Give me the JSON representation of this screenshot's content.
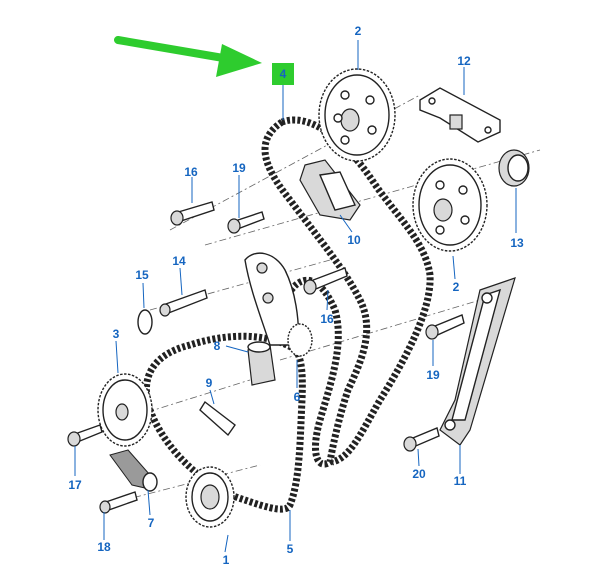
{
  "callouts": [
    {
      "id": "1",
      "label": "1"
    },
    {
      "id": "2a",
      "label": "2"
    },
    {
      "id": "2b",
      "label": "2"
    },
    {
      "id": "3",
      "label": "3"
    },
    {
      "id": "4",
      "label": "4",
      "highlighted": true
    },
    {
      "id": "5",
      "label": "5"
    },
    {
      "id": "6",
      "label": "6"
    },
    {
      "id": "7",
      "label": "7"
    },
    {
      "id": "8",
      "label": "8"
    },
    {
      "id": "9",
      "label": "9"
    },
    {
      "id": "10",
      "label": "10"
    },
    {
      "id": "11",
      "label": "11"
    },
    {
      "id": "12",
      "label": "12"
    },
    {
      "id": "13",
      "label": "13"
    },
    {
      "id": "14",
      "label": "14"
    },
    {
      "id": "15",
      "label": "15"
    },
    {
      "id": "16a",
      "label": "16"
    },
    {
      "id": "16b",
      "label": "16"
    },
    {
      "id": "17",
      "label": "17"
    },
    {
      "id": "18",
      "label": "18"
    },
    {
      "id": "19a",
      "label": "19"
    },
    {
      "id": "19b",
      "label": "19"
    },
    {
      "id": "20",
      "label": "20"
    }
  ],
  "colors": {
    "callout_text": "#1565c0",
    "highlight_box": "#2ecc2e",
    "pointer_arrow": "#2ecc2e",
    "line_art": "#222222"
  }
}
